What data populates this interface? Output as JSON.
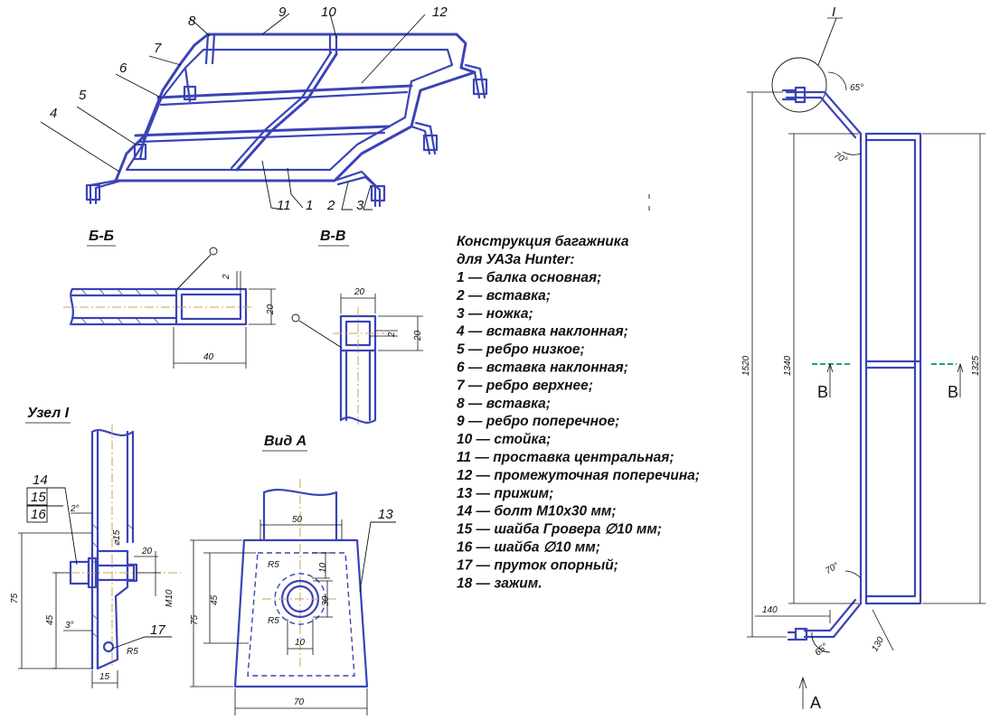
{
  "rack_callouts": {
    "c1": "1",
    "c2": "2",
    "c3": "3",
    "c4": "4",
    "c5": "5",
    "c6": "6",
    "c7": "7",
    "c8": "8",
    "c9": "9",
    "c10": "10",
    "c11": "11",
    "c12": "12"
  },
  "sections": {
    "bb": {
      "title": "Б-Б",
      "dim_width": "40",
      "dim_height": "20",
      "dim_wall": "2"
    },
    "vv": {
      "title": "В-В",
      "dim_width": "20",
      "dim_height": "20",
      "dim_wall": "2"
    }
  },
  "node_view": {
    "title": "Узел I",
    "callouts": [
      "14",
      "15",
      "16",
      "17"
    ],
    "dims": {
      "angle_top": "2°",
      "angle_bottom": "3°",
      "dia15": "⌀15",
      "d20": "20",
      "h75": "75",
      "h45": "45",
      "m10": "M10",
      "r5": "R5",
      "w15": "15"
    }
  },
  "view_a": {
    "title": "Вид А",
    "callout": "13",
    "dims": {
      "w50": "50",
      "r5a": "R5",
      "d10": "10",
      "d30": "30",
      "r5b": "R5",
      "d10b": "10",
      "h45": "45",
      "h75": "75",
      "w70": "70"
    }
  },
  "side_view": {
    "node_label": "I",
    "angle_top": "65°",
    "angle_70_top": "70°",
    "angle_70_bottom": "70°",
    "angle_bottom": "65°",
    "dim_1520": "1520",
    "dim_1340": "1340",
    "dim_1325": "1325",
    "dim_140": "140",
    "dim_130": "130",
    "section_mark_left": "В",
    "section_mark_right": "В",
    "view_mark": "A"
  },
  "legend": {
    "title_line1": "Конструкция багажника",
    "title_line2": "для УАЗа Hunter:",
    "items": [
      "1 — балка основная;",
      "2 — вставка;",
      "3 — ножка;",
      "4 — вставка наклонная;",
      "5 — ребро низкое;",
      "6 — вставка наклонная;",
      "7 — ребро верхнее;",
      "8 — вставка;",
      "9 — ребро поперечное;",
      "10 — стойка;",
      "11 — проставка центральная;",
      "12 — промежуточная поперечина;",
      "13 — прижим;",
      "14 — болт М10х30 мм;",
      "15 — шайба Гровера ∅10 мм;",
      "16 — шайба ∅10 мм;",
      "17 — пруток опорный;",
      "18 — зажим."
    ]
  }
}
